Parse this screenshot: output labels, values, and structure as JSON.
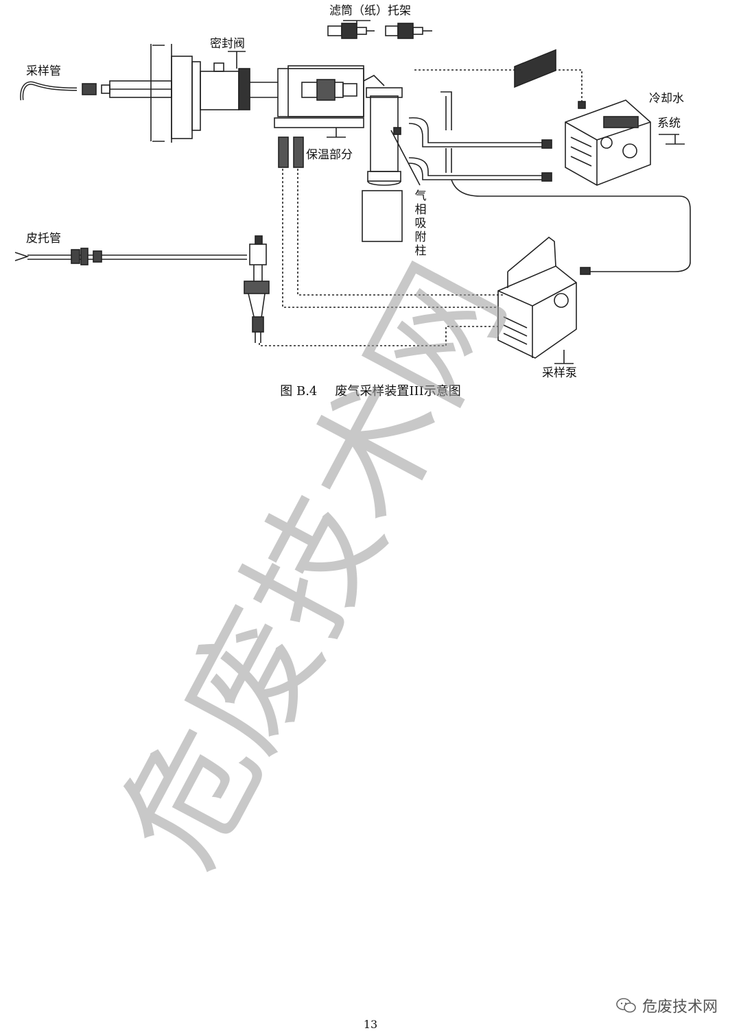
{
  "labels": {
    "filter_holder": "滤筒（纸）托架",
    "seal_valve": "密封阀",
    "sampling_tube": "采样管",
    "insulation": "保温部分",
    "cooling_water": "冷却水",
    "cooling_system": "系统",
    "pitot_tube": "皮托管",
    "adsorption_column": "气相吸附柱",
    "sampling_pump": "采样泵"
  },
  "caption": {
    "number": "图 B.4",
    "title": "废气采样装置III示意图"
  },
  "watermark": "危废技术网",
  "footer": {
    "brand": "危废技术网",
    "page_number": "13"
  }
}
